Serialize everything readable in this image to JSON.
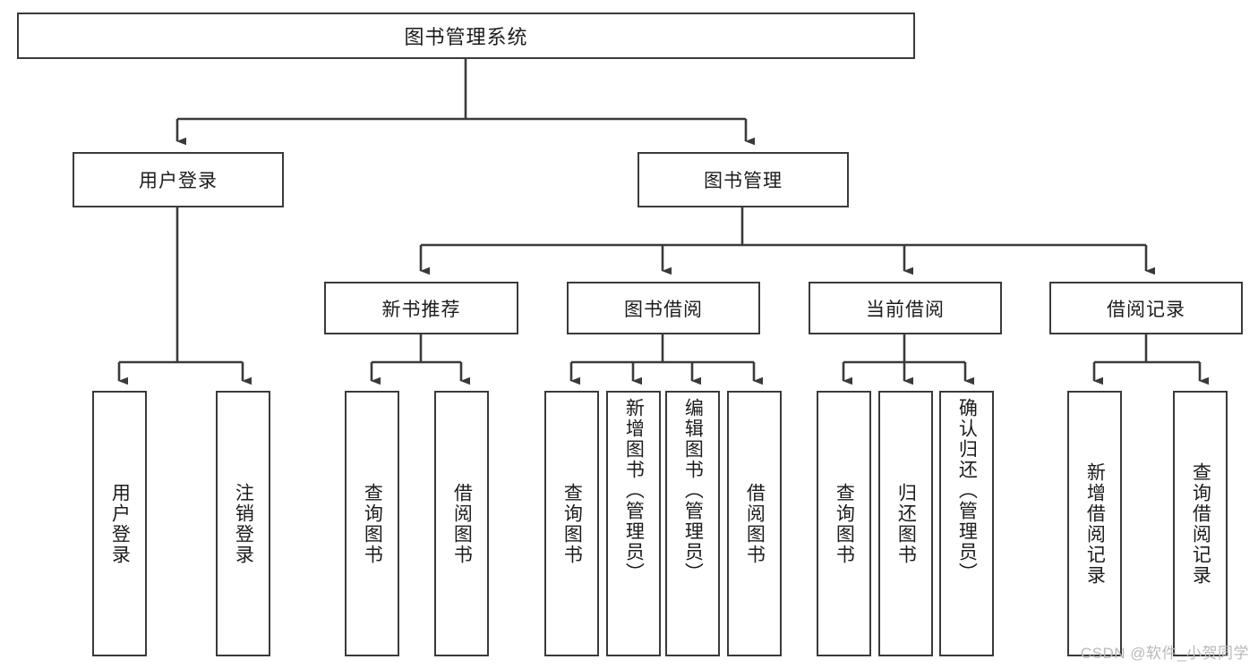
{
  "diagram": {
    "title": "图书管理系统",
    "type": "tree-hierarchy",
    "watermark": "CSDN @软件_小贺同学",
    "colors": {
      "box_border": "#3a3a3a",
      "box_fill": "#ffffff",
      "connector": "#3a3a3a",
      "text": "#1c1c1c",
      "watermark": "#b9b9b9"
    },
    "root": {
      "label": "图书管理系统"
    },
    "level2": [
      {
        "label": "用户登录"
      },
      {
        "label": "图书管理"
      }
    ],
    "level3": [
      {
        "label": "新书推荐"
      },
      {
        "label": "图书借阅"
      },
      {
        "label": "当前借阅"
      },
      {
        "label": "借阅记录"
      }
    ],
    "leaves": {
      "user_login": [
        {
          "label": "用户登录"
        },
        {
          "label": "注销登录"
        }
      ],
      "new_book_recommend": [
        {
          "label": "查询图书"
        },
        {
          "label": "借阅图书"
        }
      ],
      "book_borrow": [
        {
          "label": "查询图书"
        },
        {
          "label": "新增图书（管理员）"
        },
        {
          "label": "编辑图书（管理员）"
        },
        {
          "label": "借阅图书"
        }
      ],
      "current_borrow": [
        {
          "label": "查询图书"
        },
        {
          "label": "归还图书"
        },
        {
          "label": "确认归还（管理员）"
        }
      ],
      "borrow_record": [
        {
          "label": "新增借阅记录"
        },
        {
          "label": "查询借阅记录"
        }
      ]
    }
  }
}
